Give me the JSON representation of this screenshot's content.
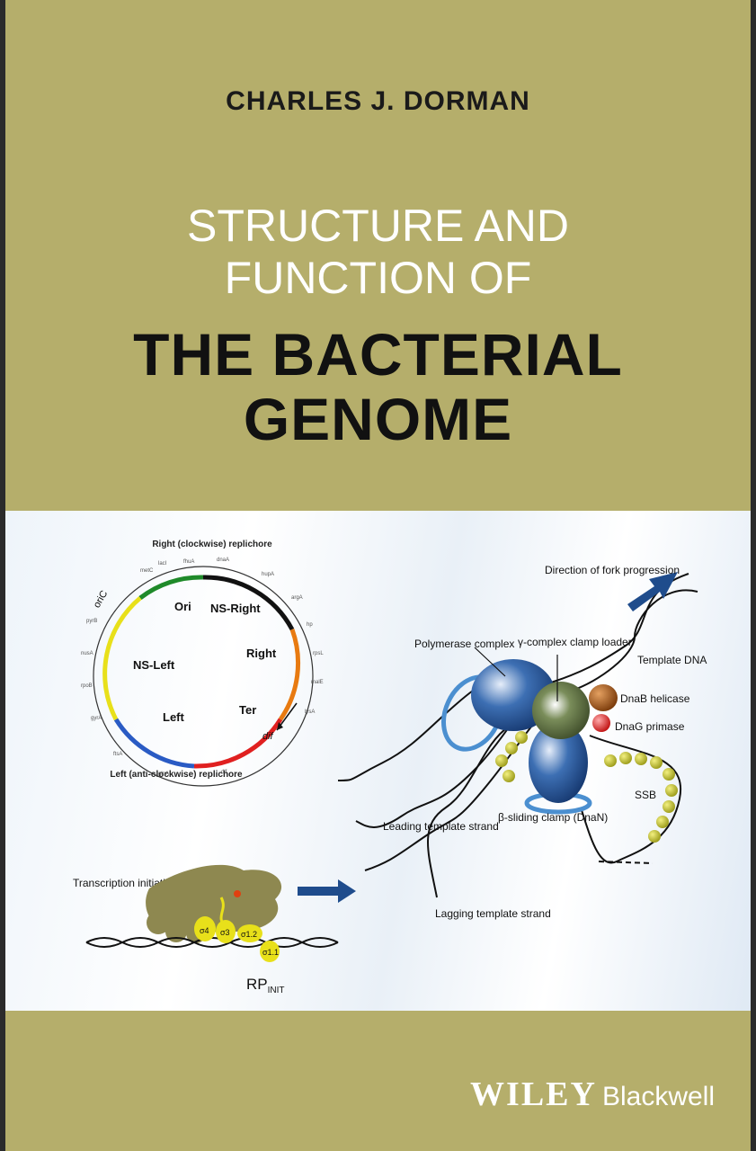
{
  "author": "CHARLES J. DORMAN",
  "title_lines_light": [
    "STRUCTURE AND",
    "FUNCTION OF"
  ],
  "title_lines_bold": [
    "THE BACTERIAL",
    "GENOME"
  ],
  "publisher": {
    "name": "WILEY",
    "imprint": "Blackwell"
  },
  "colors": {
    "cover": "#b5ae6b",
    "title_light": "#ffffff",
    "title_dark": "#111111"
  },
  "illustration": {
    "chromosome": {
      "top_label": "Right (clockwise) replichore",
      "bottom_label": "Left (anti-clockwise) replichore",
      "origin": "oriC",
      "terminus_site": "dif",
      "regions": [
        "Ori",
        "NS-Right",
        "Right",
        "Ter",
        "Left",
        "NS-Left"
      ]
    },
    "replisome": {
      "direction": "Direction of fork progression",
      "labels": [
        "Polymerase complex",
        "γ-complex clamp loader",
        "Template DNA",
        "DnaB helicase",
        "DnaG primase",
        "SSB",
        "Leading template strand",
        "β-sliding clamp (DnaN)",
        "Lagging template strand"
      ]
    },
    "transcription": {
      "label": "Transcription initiation",
      "complex": "RP",
      "complex_subscript": "INIT",
      "sigma_domains": [
        "σ4",
        "σ3",
        "σ1.2",
        "σ1.1"
      ]
    }
  }
}
